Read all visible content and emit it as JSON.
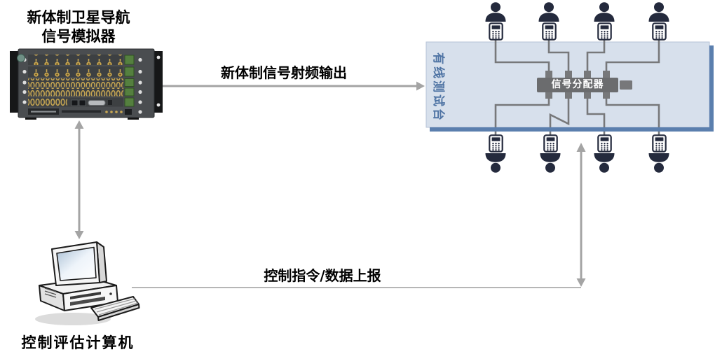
{
  "simulator": {
    "title_line1": "新体制卫星导航",
    "title_line2": "信号模拟器"
  },
  "computer": {
    "label": "控制评估计算机"
  },
  "links": {
    "rf_output": "新体制信号射频输出",
    "control": "控制指令/数据上报"
  },
  "test_bench": {
    "label": "有线测试台"
  },
  "distributor": {
    "label": "信号分配器"
  },
  "terminals": {
    "top_count": 4,
    "bottom_count": 4
  },
  "colors": {
    "bench_fill": "#d7e0ec",
    "bench_border_dark": "#5b7fae",
    "bench_label_text": "#4f74a4",
    "distributor_fill": "#6b6c6e",
    "wire_gray": "#77787a",
    "arrow_gray": "#a4a4a4",
    "icon_navy": "#242a3d",
    "connector_gold": "#caa852"
  }
}
